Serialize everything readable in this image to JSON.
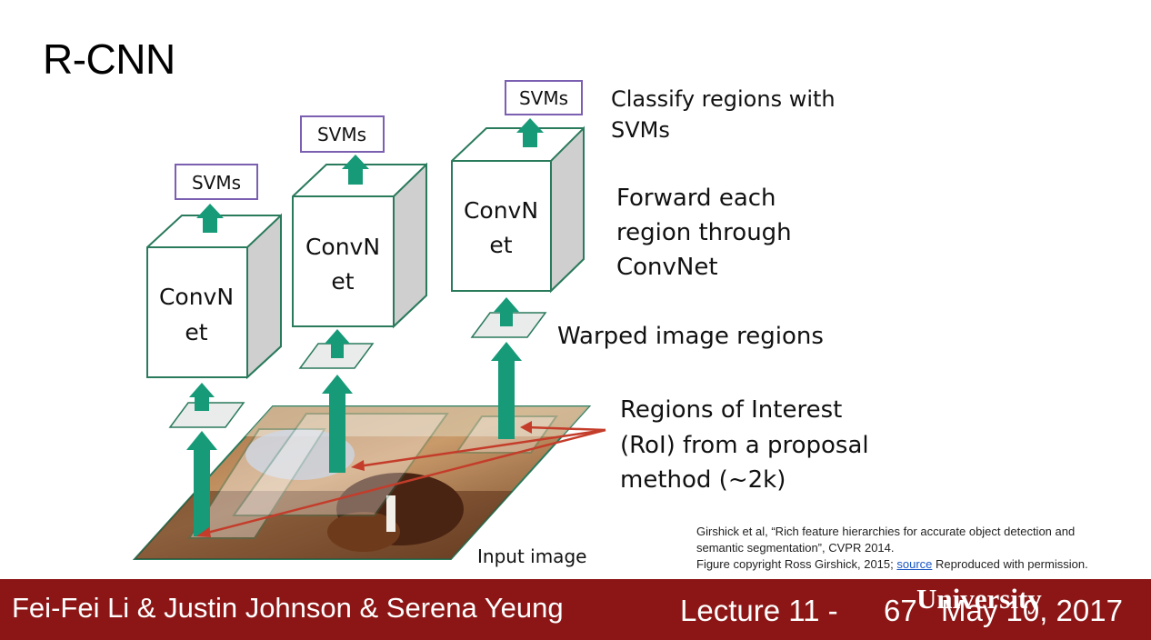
{
  "slide": {
    "title": "R-CNN"
  },
  "diagram": {
    "svm_label": "SVMs",
    "convnet_line1": "ConvN",
    "convnet_line2": "et",
    "annotations": {
      "classify_line1": "Classify regions with",
      "classify_line2": "SVMs",
      "forward_line1": "Forward each",
      "forward_line2": "region through",
      "forward_line3": "ConvNet",
      "warped": "Warped image regions",
      "roi_line1": "Regions of Interest",
      "roi_line2": "(RoI) from a proposal",
      "roi_line3": "method (~2k)",
      "input_image": "Input image"
    },
    "colors": {
      "arrow": "#179a78",
      "box_edge": "#2a7a5c",
      "svm_border": "#7b5fb0",
      "roi_arrow": "#c43c2a"
    }
  },
  "citation": {
    "line1": "Girshick et al, “Rich feature hierarchies for accurate object detection and",
    "line2": "semantic segmentation”, CVPR 2014.",
    "line3_prefix": "Figure copyright Ross Girshick, 2015;",
    "line3_link": "source",
    "line3_suffix": "Reproduced with permission."
  },
  "footer": {
    "authors": "Fei-Fei Li & Justin Johnson & Serena Yeung",
    "lecture": "Lecture 11 -",
    "page": "67",
    "date": "May 10, 2017",
    "university": "University",
    "background": "#8c1515"
  }
}
